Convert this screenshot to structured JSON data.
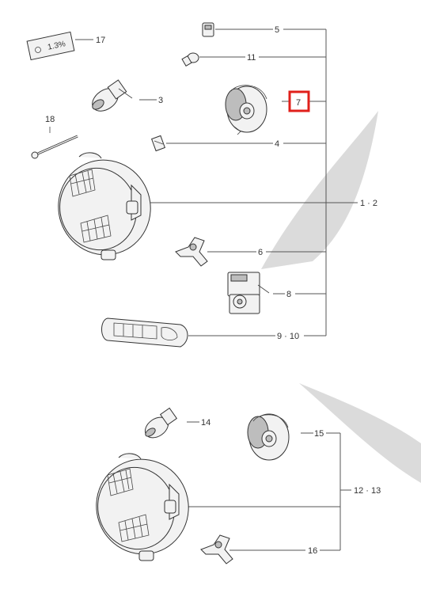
{
  "diagram": {
    "callouts": {
      "c1_2": "1 · 2",
      "c3": "3",
      "c4": "4",
      "c5": "5",
      "c6": "6",
      "c7": "7",
      "c8": "8",
      "c9_10": "9 · 10",
      "c11": "11",
      "c12_13": "12 · 13",
      "c14": "14",
      "c15": "15",
      "c16": "16",
      "c17": "17",
      "c18": "18"
    },
    "headlight_sticker": "1.3%",
    "highlighted_callout": "7",
    "highlight_color": "#e0201b"
  }
}
